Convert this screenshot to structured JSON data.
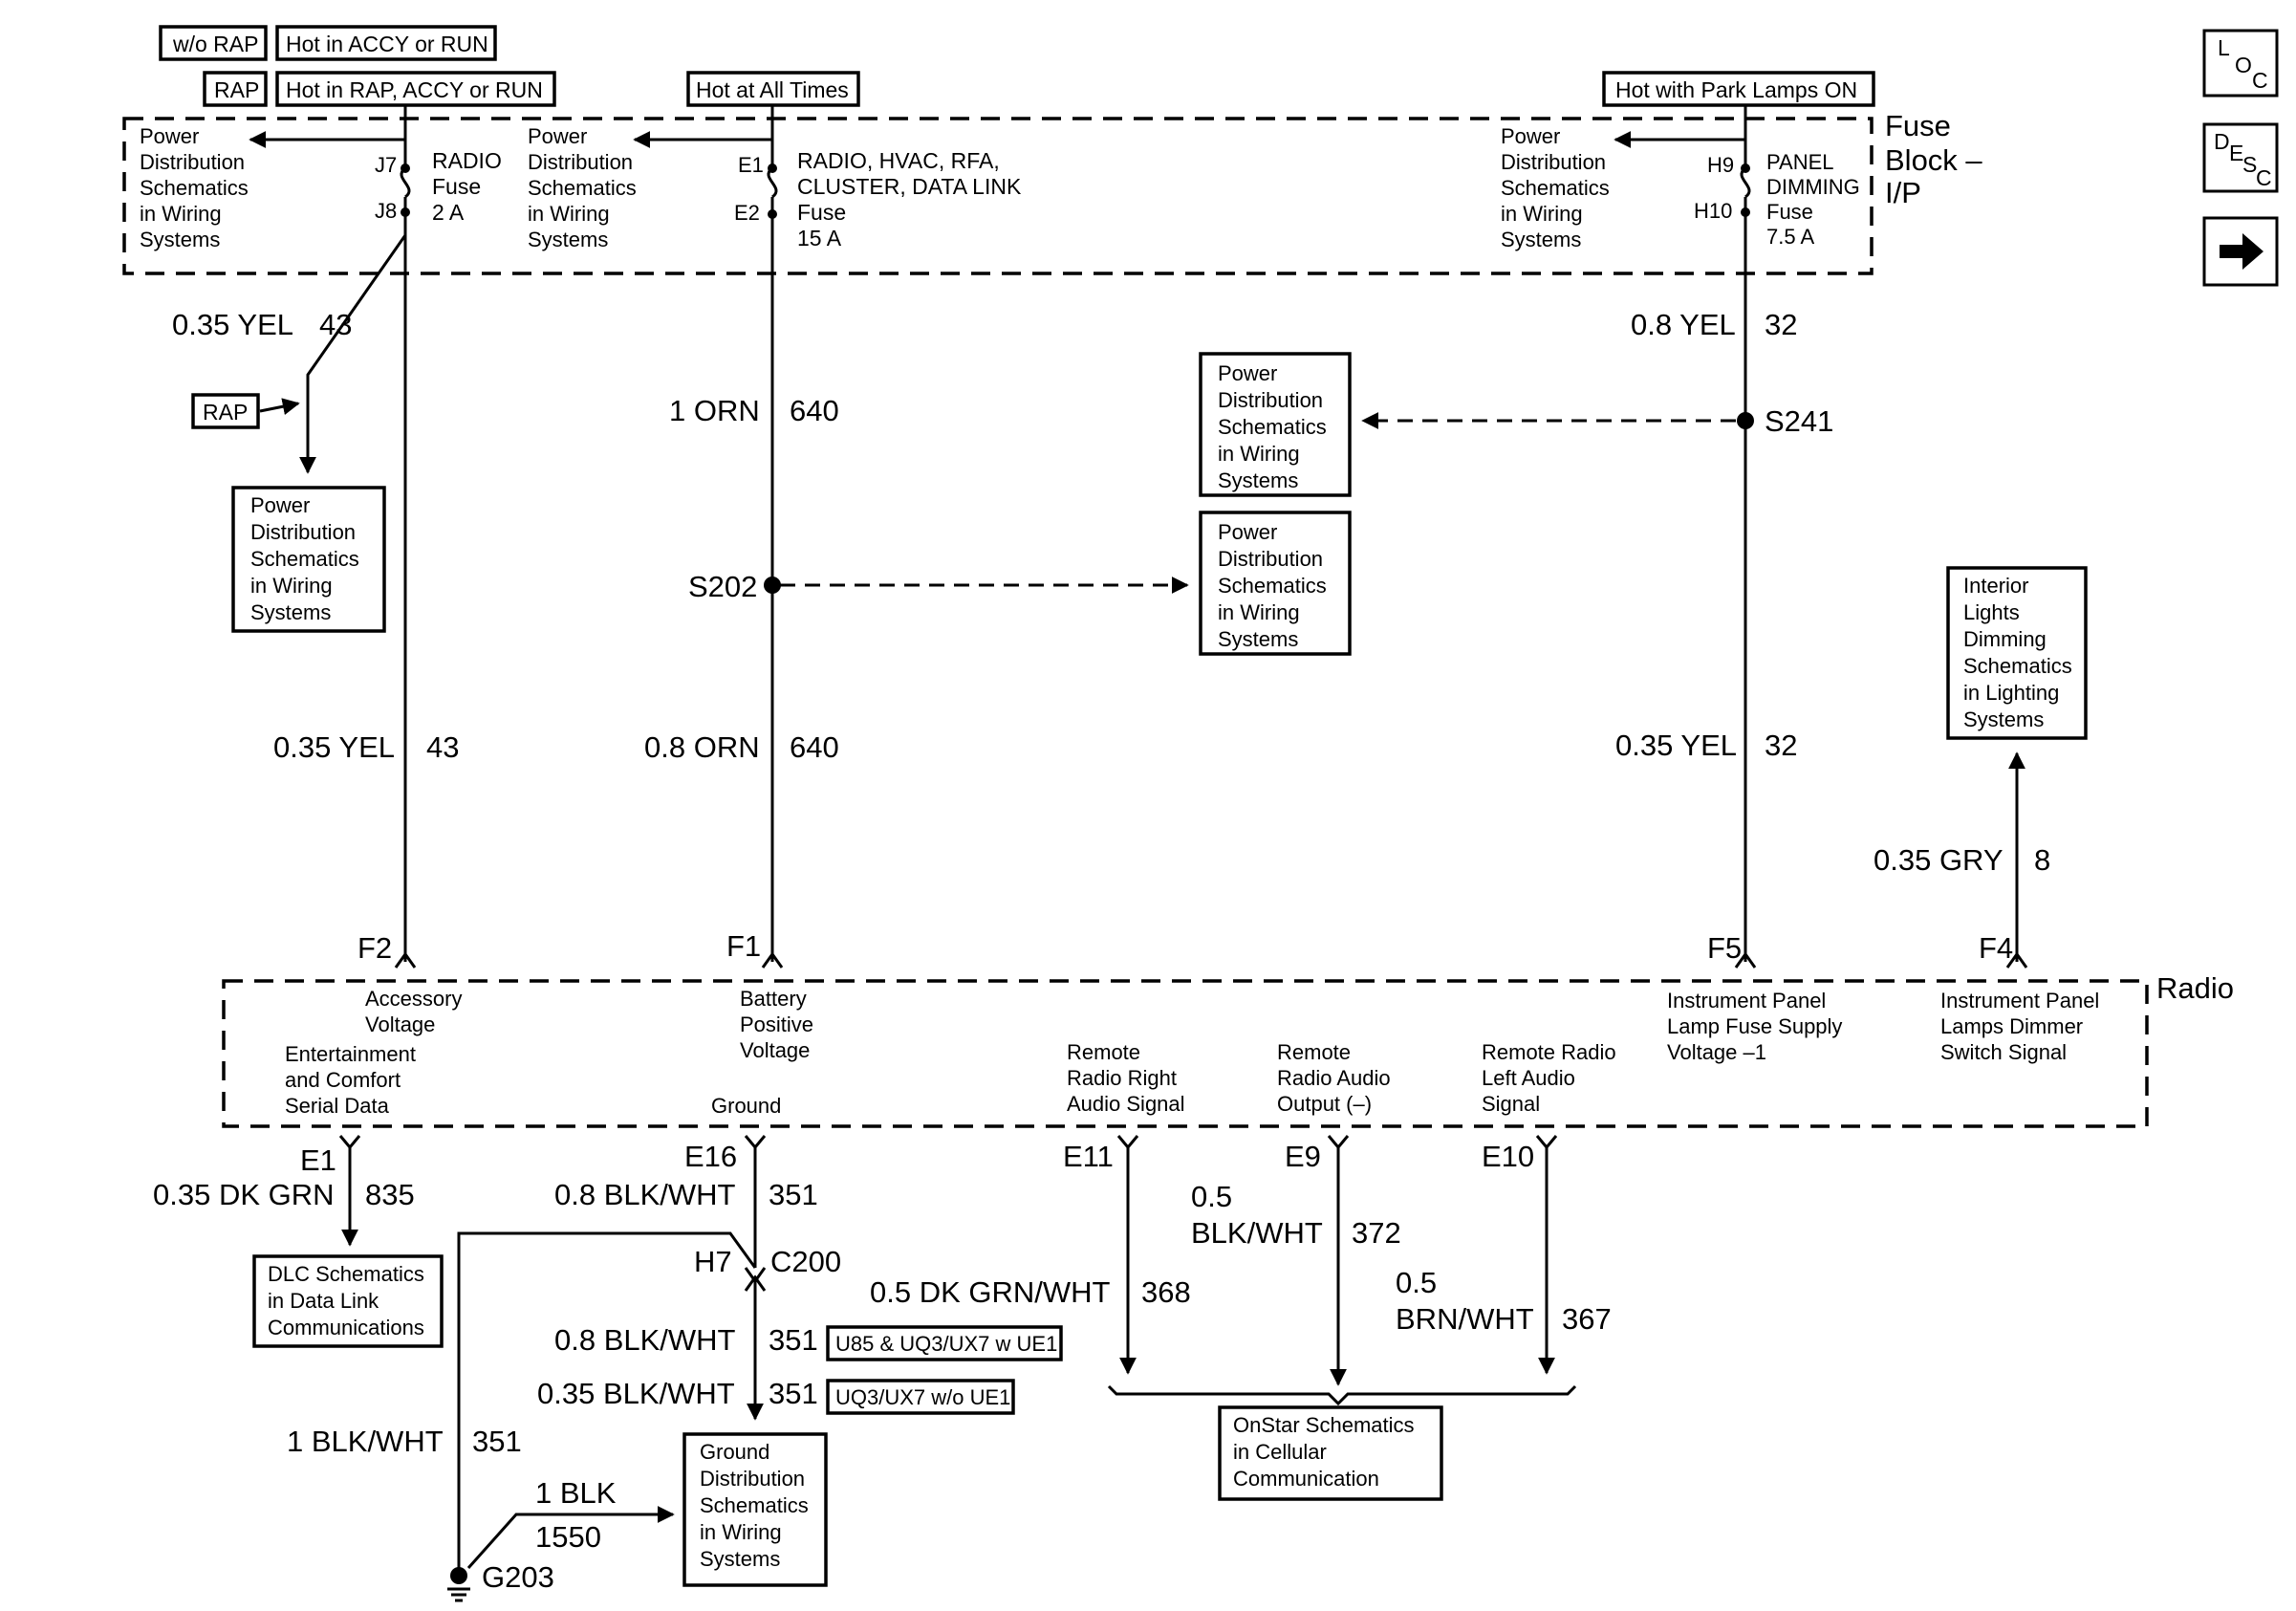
{
  "header_tags": {
    "wo_rap": "w/o RAP",
    "hot_accy_run": "Hot in ACCY or RUN",
    "rap": "RAP",
    "hot_rap_accy_run": "Hot in RAP, ACCY or RUN",
    "hot_all_times": "Hot at All Times",
    "hot_park_lamps": "Hot with Park Lamps ON"
  },
  "nav": {
    "loc": [
      "L",
      "O",
      "C"
    ],
    "desc": [
      "D",
      "E",
      "S",
      "C"
    ],
    "next_icon": "right-arrow-icon"
  },
  "fuse_block": {
    "title": [
      "Fuse",
      "Block –",
      "I/P"
    ],
    "pd_lines": [
      "Power",
      "Distribution",
      "Schematics",
      "in Wiring",
      "Systems"
    ],
    "radio_fuse": {
      "name": "RADIO",
      "type": "Fuse",
      "rating": "2 A",
      "pin_in": "J7",
      "pin_out": "J8"
    },
    "radio_hvac_fuse": {
      "lines": [
        "RADIO, HVAC, RFA,",
        "CLUSTER, DATA LINK",
        "Fuse",
        "15 A"
      ],
      "pin_in": "E1",
      "pin_out": "E2"
    },
    "panel_dimming_fuse": {
      "lines": [
        "PANEL",
        "DIMMING",
        "Fuse",
        "7.5 A"
      ],
      "pin_in": "H9",
      "pin_out": "H10"
    }
  },
  "wires": {
    "yel43_upper": {
      "size_color": "0.35 YEL",
      "circuit": "43"
    },
    "yel43_lower": {
      "size_color": "0.35 YEL",
      "circuit": "43"
    },
    "orn640_upper": {
      "size_color": "1 ORN",
      "circuit": "640"
    },
    "orn640_lower": {
      "size_color": "0.8 ORN",
      "circuit": "640"
    },
    "yel32_upper": {
      "size_color": "0.8 YEL",
      "circuit": "32"
    },
    "yel32_lower": {
      "size_color": "0.35 YEL",
      "circuit": "32"
    },
    "gry8": {
      "size_color": "0.35 GRY",
      "circuit": "8"
    },
    "dkgrn835": {
      "size_color": "0.35 DK GRN",
      "circuit": "835"
    },
    "blkwht351_a": {
      "size_color": "0.8 BLK/WHT",
      "circuit": "351"
    },
    "blkwht351_b": {
      "size_color": "0.8 BLK/WHT",
      "circuit": "351",
      "option": "U85 & UQ3/UX7 w UE1"
    },
    "blkwht351_c": {
      "size_color": "0.35 BLK/WHT",
      "circuit": "351",
      "option": "UQ3/UX7 w/o UE1"
    },
    "blkwht351_d": {
      "size_color": "1 BLK/WHT",
      "circuit": "351"
    },
    "blk1550": {
      "size_color": "1 BLK",
      "circuit": "1550"
    },
    "dkgrnwht368": {
      "size_color": "0.5 DK GRN/WHT",
      "circuit": "368"
    },
    "blkwht372": {
      "size": "0.5",
      "color": "BLK/WHT",
      "circuit": "372"
    },
    "brnwht367": {
      "size": "0.5",
      "color": "BRN/WHT",
      "circuit": "367"
    }
  },
  "splices": {
    "s202": "S202",
    "s241": "S241"
  },
  "rap_tag": "RAP",
  "ref_boxes": {
    "pd_left": [
      "Power",
      "Distribution",
      "Schematics",
      "in Wiring",
      "Systems"
    ],
    "pd_mid_top": [
      "Power",
      "Distribution",
      "Schematics",
      "in Wiring",
      "Systems"
    ],
    "pd_mid_bottom": [
      "Power",
      "Distribution",
      "Schematics",
      "in Wiring",
      "Systems"
    ],
    "interior_lights": [
      "Interior",
      "Lights",
      "Dimming",
      "Schematics",
      "in Lighting",
      "Systems"
    ],
    "dlc": [
      "DLC Schematics",
      "in Data Link",
      "Communications"
    ],
    "ground_dist": [
      "Ground",
      "Distribution",
      "Schematics",
      "in Wiring",
      "Systems"
    ],
    "onstar": [
      "OnStar Schematics",
      "in Cellular",
      "Communication"
    ]
  },
  "radio": {
    "title": "Radio",
    "pins": {
      "f2": "F2",
      "f1": "F1",
      "f5": "F5",
      "f4": "F4",
      "e1": "E1",
      "e16": "E16",
      "e11": "E11",
      "e9": "E9",
      "e10": "E10"
    },
    "labels": {
      "accessory": [
        "Accessory",
        "Voltage"
      ],
      "battery": [
        "Battery",
        "Positive",
        "Voltage"
      ],
      "ipl_fuse": [
        "Instrument Panel",
        "Lamp Fuse Supply",
        "Voltage –1"
      ],
      "ipl_dimmer": [
        "Instrument Panel",
        "Lamps Dimmer",
        "Switch Signal"
      ],
      "serial": [
        "Entertainment",
        "and Comfort",
        "Serial Data"
      ],
      "ground": "Ground",
      "right_audio": [
        "Remote",
        "Radio Right",
        "Audio Signal"
      ],
      "audio_out": [
        "Remote",
        "Radio Audio",
        "Output (–)"
      ],
      "left_audio": [
        "Remote Radio",
        "Left Audio",
        "Signal"
      ]
    }
  },
  "connector": {
    "pin": "H7",
    "name": "C200"
  },
  "ground_point": "G203"
}
